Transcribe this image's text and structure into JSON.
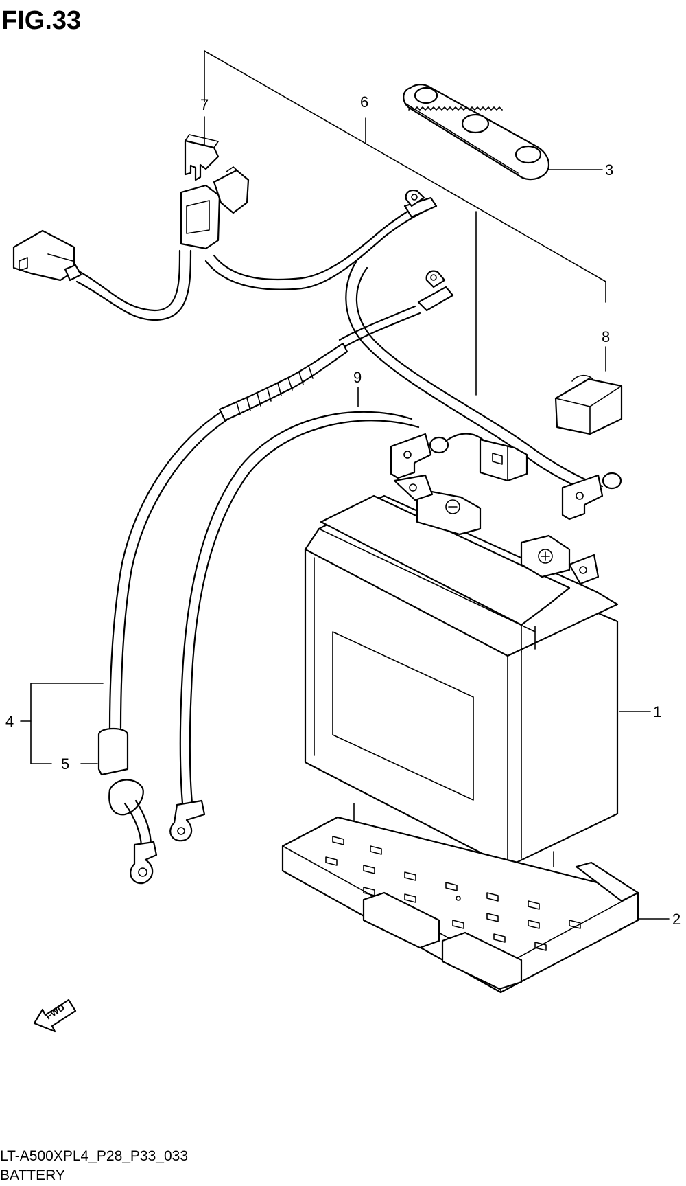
{
  "figure": {
    "title": "FIG.33",
    "code": "LT-A500XPL4_P28_P33_033",
    "name": "BATTERY"
  },
  "callouts": [
    "1",
    "2",
    "3",
    "4",
    "5",
    "6",
    "7",
    "8",
    "9"
  ],
  "direction_marker": "FWD"
}
